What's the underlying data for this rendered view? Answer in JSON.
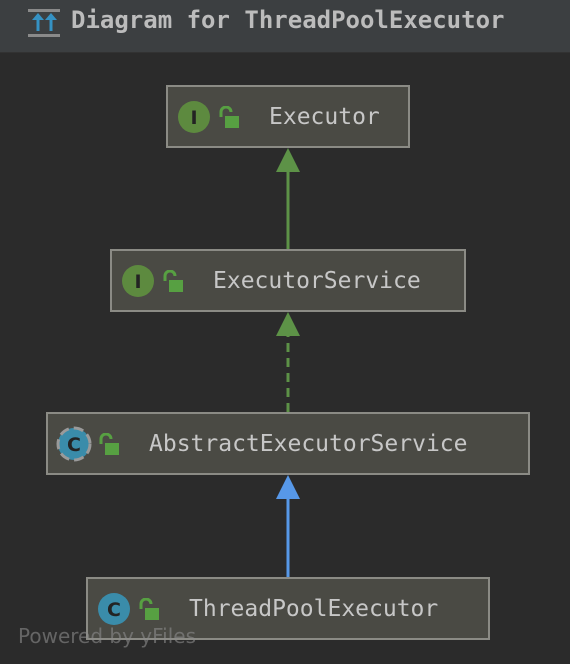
{
  "header": {
    "title": "Diagram for ThreadPoolExecutor",
    "icon": "class-diagram-icon"
  },
  "nodes": [
    {
      "id": "executor",
      "name": "Executor",
      "kind": "interface",
      "badge_letter": "I",
      "access": "public"
    },
    {
      "id": "executor-service",
      "name": "ExecutorService",
      "kind": "interface",
      "badge_letter": "I",
      "access": "public"
    },
    {
      "id": "abstract-executor-service",
      "name": "AbstractExecutorService",
      "kind": "abstract-class",
      "badge_letter": "C",
      "access": "public"
    },
    {
      "id": "thread-pool-executor",
      "name": "ThreadPoolExecutor",
      "kind": "class",
      "badge_letter": "C",
      "access": "public"
    }
  ],
  "edges": [
    {
      "from": "ExecutorService",
      "to": "Executor",
      "relation": "extends",
      "line": "solid",
      "color": "#5d9247"
    },
    {
      "from": "AbstractExecutorService",
      "to": "ExecutorService",
      "relation": "implements",
      "line": "dashed",
      "color": "#5d9247"
    },
    {
      "from": "ThreadPoolExecutor",
      "to": "AbstractExecutorService",
      "relation": "extends",
      "line": "solid",
      "color": "#5798e8"
    }
  ],
  "footer": {
    "watermark": "Powered by yFiles"
  },
  "colors": {
    "interface_badge": "#5d8a3f",
    "class_badge": "#3a8caa",
    "lock": "#57a042",
    "node_fill": "#4a4a44",
    "node_border": "#8b8b85"
  }
}
